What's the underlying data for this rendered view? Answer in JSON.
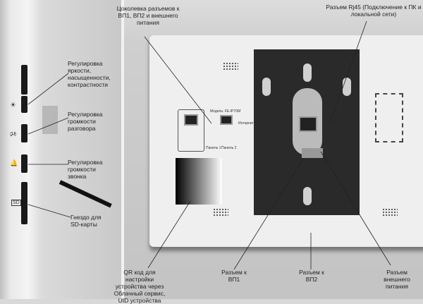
{
  "side_labels": {
    "brightness": "Регулировка яркости, насыщенности, контрастности",
    "talk_volume": "Регулировка громкости разговора",
    "ring_volume": "Регулировка громкости звонка",
    "sd_slot": "Гнездо для SD-карты"
  },
  "side_icons": {
    "brightness": "☀",
    "talk": "🕫",
    "bell": "🔔",
    "sd": "SD"
  },
  "main_labels": {
    "pinout": "Цоколевка разъемов к ВП1, ВП2 и внешнего питания",
    "rj45": "Разъем Rj45 (Подключение к ПК и локальной сети)",
    "qr": "QR код для настройки устройства через Облачный сервис, UID устройства",
    "vp1": "Разъем к ВП1",
    "vp2": "Разъем к ВП2",
    "power": "Разъем внешнего питания"
  },
  "device_text": {
    "model": "Модель: FE-IP70M",
    "internet": "Интернет",
    "panel1": "Панель 1",
    "panel2": "Панель 2"
  }
}
